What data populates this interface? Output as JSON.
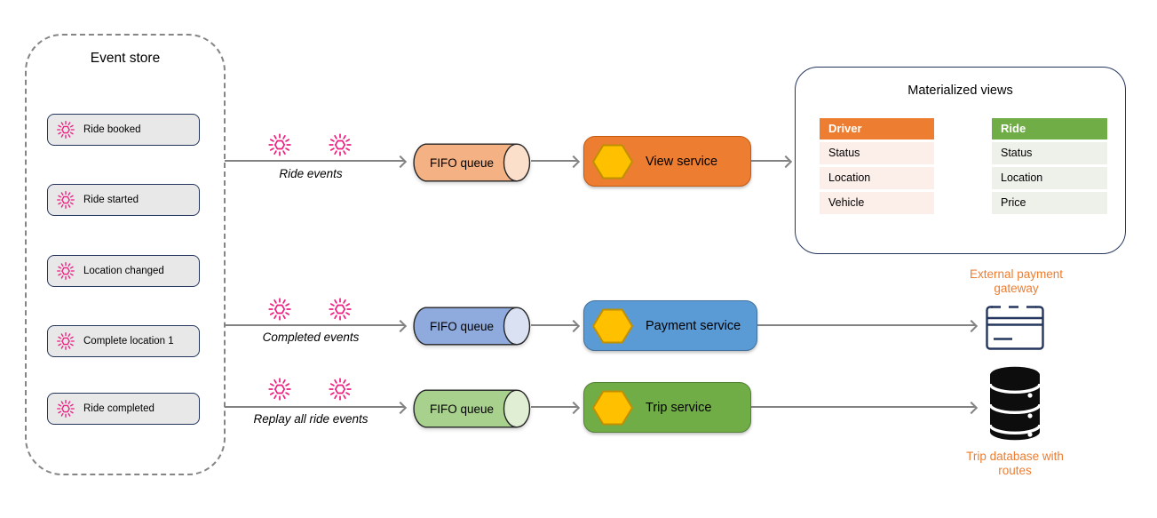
{
  "event_store": {
    "title": "Event store",
    "items": [
      {
        "label": "Ride booked"
      },
      {
        "label": "Ride started"
      },
      {
        "label": "Location changed"
      },
      {
        "label": "Complete location 1"
      },
      {
        "label": "Ride completed"
      }
    ]
  },
  "flows": [
    {
      "label": "Ride events",
      "queue_label": "FIFO queue",
      "service_label": "View service",
      "queue_fill": "#F4B183",
      "queue_cap_fill": "#FBDFCB",
      "service_fill": "#ED7D31",
      "service_border": "#C55A11"
    },
    {
      "label": "Completed events",
      "queue_label": "FIFO queue",
      "service_label": "Payment service",
      "queue_fill": "#8FAADC",
      "queue_cap_fill": "#D9E1F3",
      "service_fill": "#5B9BD5",
      "service_border": "#41719C"
    },
    {
      "label": "Replay all ride events",
      "queue_label": "FIFO queue",
      "service_label": "Trip service",
      "queue_fill": "#A9D18E",
      "queue_cap_fill": "#E0EED3",
      "service_fill": "#70AD47",
      "service_border": "#548235"
    }
  ],
  "materialized_views": {
    "title": "Materialized views",
    "tables": [
      {
        "name": "Driver",
        "header_color": "#ED7D31",
        "row_color": "#FCEEE9",
        "rows": [
          "Status",
          "Location",
          "Vehicle"
        ]
      },
      {
        "name": "Ride",
        "header_color": "#70AD47",
        "row_color": "#EDF1E9",
        "rows": [
          "Status",
          "Location",
          "Price"
        ]
      }
    ]
  },
  "external_payment_gateway": {
    "label": "External payment gateway"
  },
  "trip_database": {
    "label": "Trip database with routes"
  },
  "colors": {
    "event_icon": "#EE1D80",
    "hexagon_fill": "#FFC000",
    "hexagon_border": "#BF9000",
    "accent_orange": "#ED7D31",
    "arrow": "#828282",
    "dark_border": "#24365E"
  }
}
